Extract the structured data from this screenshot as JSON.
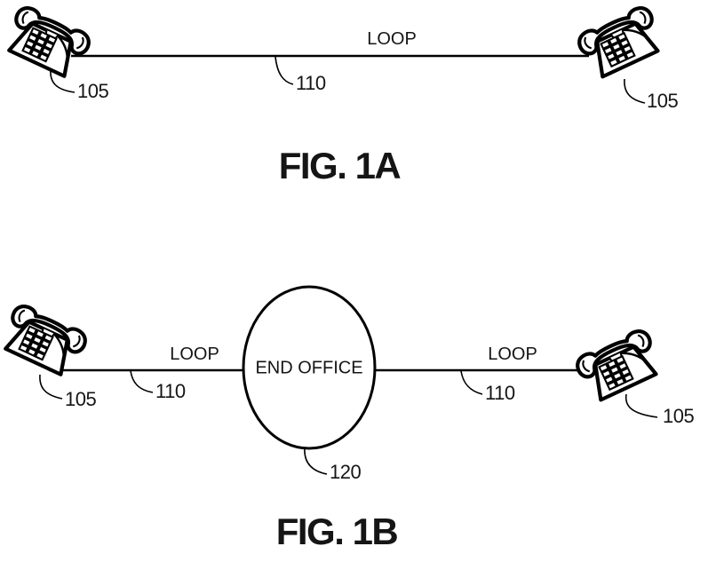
{
  "page": {
    "background": "#ffffff",
    "ink": "#000000"
  },
  "fig1a": {
    "caption": "FIG. 1A",
    "loop_label": "LOOP",
    "loop_ref": "110",
    "left_phone_ref": "105",
    "right_phone_ref": "105"
  },
  "fig1b": {
    "caption": "FIG. 1B",
    "left_loop_label": "LOOP",
    "left_loop_ref": "110",
    "right_loop_label": "LOOP",
    "right_loop_ref": "110",
    "end_office_label": "END OFFICE",
    "end_office_ref": "120",
    "left_phone_ref": "105",
    "right_phone_ref": "105"
  },
  "icons": {
    "phone": "telephone-icon",
    "end_office": "end-office-ellipse"
  }
}
